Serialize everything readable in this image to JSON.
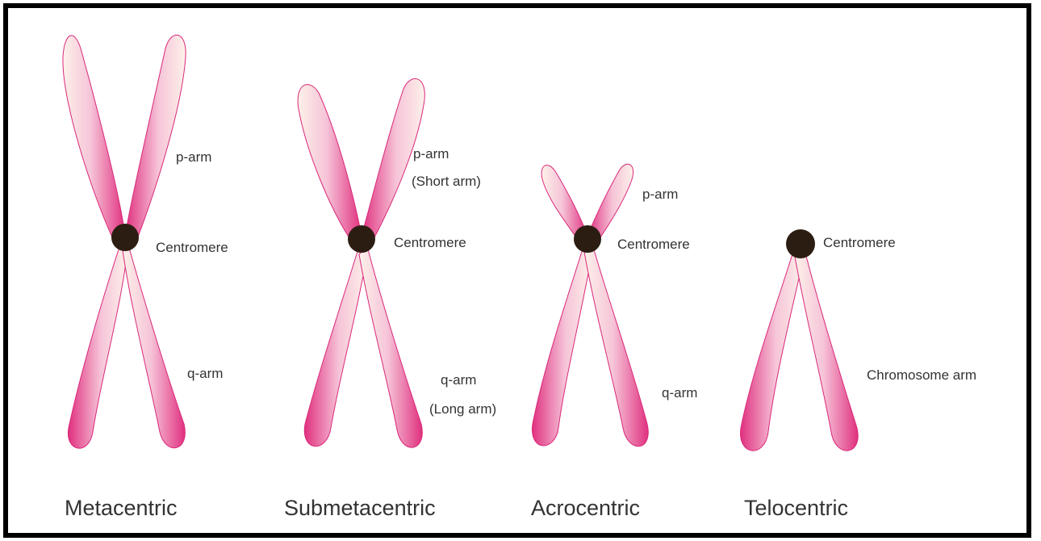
{
  "colors": {
    "arm_dark": "#e0317f",
    "arm_light": "#fdf1ea",
    "centromere": "#2b1d12",
    "frame": "#000000"
  },
  "chromosomes": [
    {
      "type": "Metacentric",
      "labels": {
        "p_arm": "p-arm",
        "centromere": "Centromere",
        "q_arm": "q-arm"
      }
    },
    {
      "type": "Submetacentric",
      "labels": {
        "p_arm": "p-arm",
        "p_note": "(Short arm)",
        "centromere": "Centromere",
        "q_arm": "q-arm",
        "q_note": "(Long arm)"
      }
    },
    {
      "type": "Acrocentric",
      "labels": {
        "p_arm": "p-arm",
        "centromere": "Centromere",
        "q_arm": "q-arm"
      }
    },
    {
      "type": "Telocentric",
      "labels": {
        "centromere": "Centromere",
        "arm": "Chromosome arm"
      }
    }
  ]
}
